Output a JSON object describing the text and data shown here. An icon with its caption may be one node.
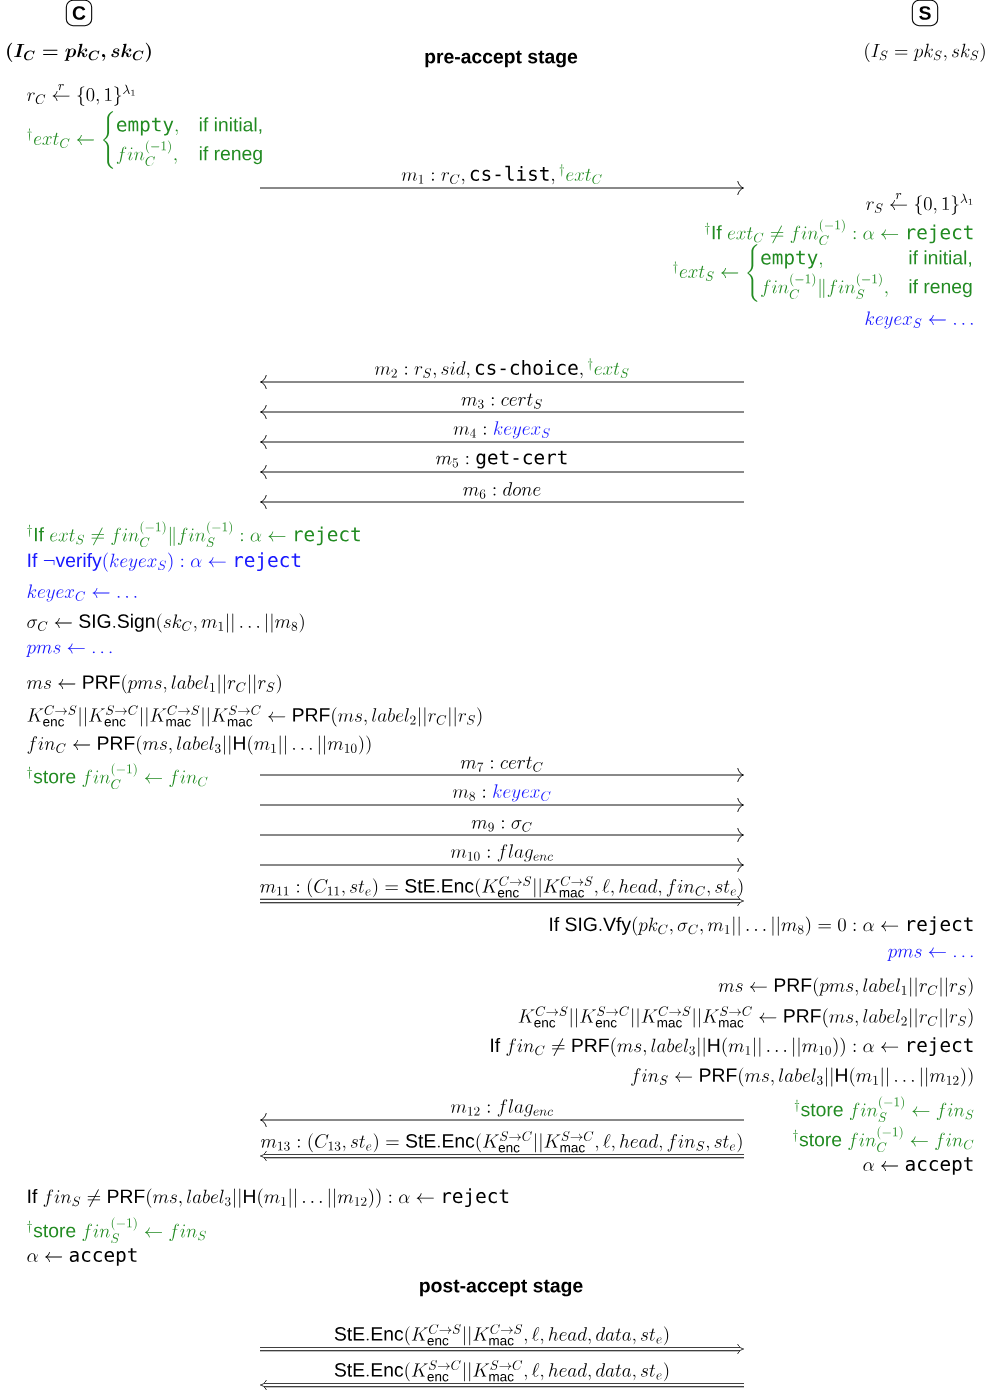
{
  "diagram": {
    "nodes": [
      {
        "text": [
          "C"
        ],
        "beside": [
          "\\boldsymbol{(I_C = pk_C, sk_C)}"
        ]
      },
      {
        "text": [
          "S"
        ],
        "beside": [
          "(I_S = pk_S, sk_S)"
        ]
      }
    ],
    "labels": [
      "pre-accept stage",
      "r_C \\overset{r}{\\leftarrow} \\{0,1\\}^{\\lambda_1}",
      "{}^\\dagger ext_C \\leftarrow \\begin{cases}\\texttt{empty}, & \\text{if initial,}\\\\ fin_C^{(-1)}, & \\text{if reneg}\\end{cases}",
      "m_1 : r_C, \\texttt{cs-list}, {\\color[HTML]{228B22}{}^\\dagger ext_C}",
      "r_S \\overset{r}{\\leftarrow} \\{0,1\\}^{\\lambda_1}",
      "{}^\\dagger\\text{If } ext_C \\neq fin_C^{(-1)} : \\alpha \\leftarrow \\texttt{reject}",
      "{}^\\dagger ext_S \\leftarrow \\begin{cases}\\texttt{empty}, & \\text{if initial,}\\\\ fin_C^{(-1)} \\| fin_S^{(-1)}, & \\text{if reneg}\\end{cases}",
      "keyex_S \\leftarrow \\ldots",
      "m_2 : r_S, sid, \\texttt{cs-choice}, {\\color[HTML]{228B22}{}^\\dagger ext_S}",
      "m_3 : cert_S",
      "m_4 : {\\color[HTML]{1A1AFF} keyex_S}",
      "m_5 : \\texttt{get-cert}",
      "m_6 : done",
      "{}^\\dagger\\text{If } ext_S \\neq fin_C^{(-1)} \\| fin_S^{(-1)} : \\alpha \\leftarrow \\texttt{reject}",
      "\\text{If } \\neg\\mathsf{verify}(keyex_S) : \\alpha \\leftarrow \\texttt{reject}",
      "keyex_C \\leftarrow \\ldots",
      "\\sigma_C \\leftarrow \\mathsf{SIG.Sign}(sk_C, m_1 || \\ldots || m_8)",
      "pms \\leftarrow \\ldots",
      "ms \\leftarrow \\mathsf{PRF}(pms, label_1 || r_C || r_S)",
      "K_{\\mathsf{enc}}^{C \\to S} || K_{\\mathsf{enc}}^{S \\to C} || K_{\\mathsf{mac}}^{C \\to S} || K_{\\mathsf{mac}}^{S \\to C} \\leftarrow \\mathsf{PRF}(ms, label_2 || r_C || r_S)",
      "fin_C \\leftarrow \\mathsf{PRF}(ms, label_3 || \\mathsf{H}(m_1 || \\ldots || m_{10}))",
      "m_7 : cert_C",
      "{}^\\dagger\\text{store } fin_C^{(-1)} \\leftarrow fin_C",
      "m_8 : {\\color[HTML]{1A1AFF} keyex_C}",
      "m_9 : \\sigma_C",
      "m_{10} : flag_{enc}",
      "m_{11} : (C_{11}, st_e) = \\mathsf{StE.Enc}(K_{\\mathsf{enc}}^{C \\to S} || K_{\\mathsf{mac}}^{C \\to S}, \\ell, head, fin_C, st_e)",
      "\\text{If } \\mathsf{SIG.Vfy}(pk_C, \\sigma_C, m_1 || \\ldots || m_8) = 0 : \\alpha \\leftarrow \\texttt{reject}",
      "pms \\leftarrow \\ldots",
      "ms \\leftarrow \\mathsf{PRF}(pms, label_1 || r_C || r_S)",
      "K_{\\mathsf{enc}}^{C \\to S} || K_{\\mathsf{enc}}^{S \\to C} || K_{\\mathsf{mac}}^{C \\to S} || K_{\\mathsf{mac}}^{S \\to C} \\leftarrow \\mathsf{PRF}(ms, label_2 || r_C || r_S)",
      "\\text{If } fin_C \\neq \\mathsf{PRF}(ms, label_3 || \\mathsf{H}(m_1 || \\ldots || m_{10})) : \\alpha \\leftarrow \\texttt{reject}",
      "fin_S \\leftarrow \\mathsf{PRF}(ms, label_3 || \\mathsf{H}(m_1 || \\ldots || m_{12}))",
      "m_{12} : flag_{enc}",
      "{}^\\dagger\\text{store } fin_S^{(-1)} \\leftarrow fin_S",
      "m_{13} : (C_{13}, st_e) = \\mathsf{StE.Enc}(K_{\\mathsf{enc}}^{S \\to C} || K_{\\mathsf{mac}}^{S \\to C}, \\ell, head, fin_S, st_e)",
      "{}^\\dagger\\text{store } fin_C^{(-1)} \\leftarrow fin_C",
      "\\alpha \\leftarrow \\texttt{accept}",
      "\\text{If } fin_S \\neq \\mathsf{PRF}(ms, label_3 || \\mathsf{H}(m_1 || \\ldots || m_{12})) : \\alpha \\leftarrow \\texttt{reject}",
      "{}^\\dagger\\text{store } fin_S^{(-1)} \\leftarrow fin_S",
      "\\alpha \\leftarrow \\texttt{accept}",
      "post-accept stage",
      "\\mathsf{StE.Enc}(K_{\\mathsf{enc}}^{C \\to S} || K_{\\mathsf{mac}}^{C \\to S}, \\ell, head, data, st_e)",
      "\\mathsf{StE.Enc}(K_{\\mathsf{enc}}^{S \\to C} || K_{\\mathsf{mac}}^{S \\to C}, \\ell, head, data, st_e)"
    ]
  }
}
